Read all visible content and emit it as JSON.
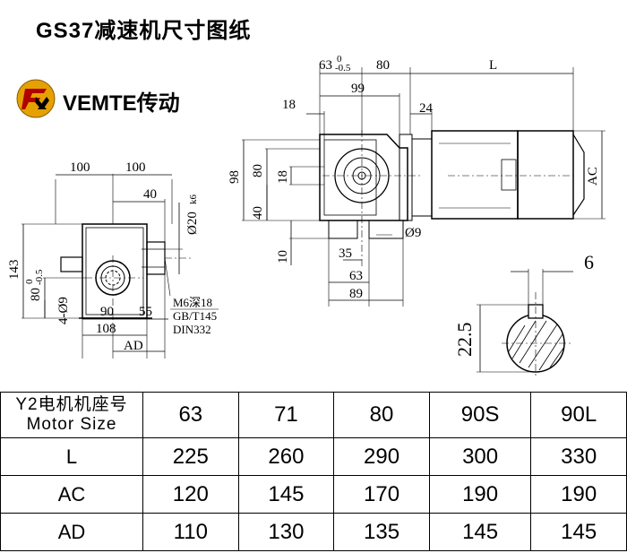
{
  "title": "GS37减速机尺寸图纸",
  "brand": {
    "name": "VEMTE传动",
    "logo_text": "FXT",
    "logo_color": "#E5A100"
  },
  "drawing": {
    "front": {
      "top_dims": [
        "100",
        "100"
      ],
      "d40": "40",
      "shaft_dia": "Ø20",
      "shaft_tol": "k6",
      "d143": "143",
      "d80_base": "80",
      "d80_tol_top": "0",
      "d80_tol_bot": "-0.5",
      "d4_9": "4-Ø9",
      "d90": "90",
      "d55": "55",
      "d108": "108",
      "dAD": "AD",
      "note_lines": [
        "M6深18",
        "GB/T145",
        "DIN332"
      ]
    },
    "side": {
      "d63": "63",
      "d63_tol_top": "0",
      "d63_tol_bot": "-0.5",
      "d80": "80",
      "dL": "L",
      "d99": "99",
      "d18a": "18",
      "d24": "24",
      "d98": "98",
      "d80v": "80",
      "d18b": "18",
      "d40": "40",
      "dAC": "AC",
      "d9": "Ø9",
      "d10": "10",
      "d35": "35",
      "d63b": "63",
      "d89": "89"
    },
    "key": {
      "d6": "6",
      "d22_5": "22.5"
    }
  },
  "table": {
    "corner_lines": [
      "Y2电机机座号",
      "Motor Size"
    ],
    "sizes": [
      "63",
      "71",
      "80",
      "90S",
      "90L"
    ],
    "rows": [
      {
        "label": "L",
        "values": [
          "225",
          "260",
          "290",
          "300",
          "330"
        ]
      },
      {
        "label": "AC",
        "values": [
          "120",
          "145",
          "170",
          "190",
          "190"
        ]
      },
      {
        "label": "AD",
        "values": [
          "110",
          "130",
          "135",
          "145",
          "145"
        ]
      }
    ]
  }
}
